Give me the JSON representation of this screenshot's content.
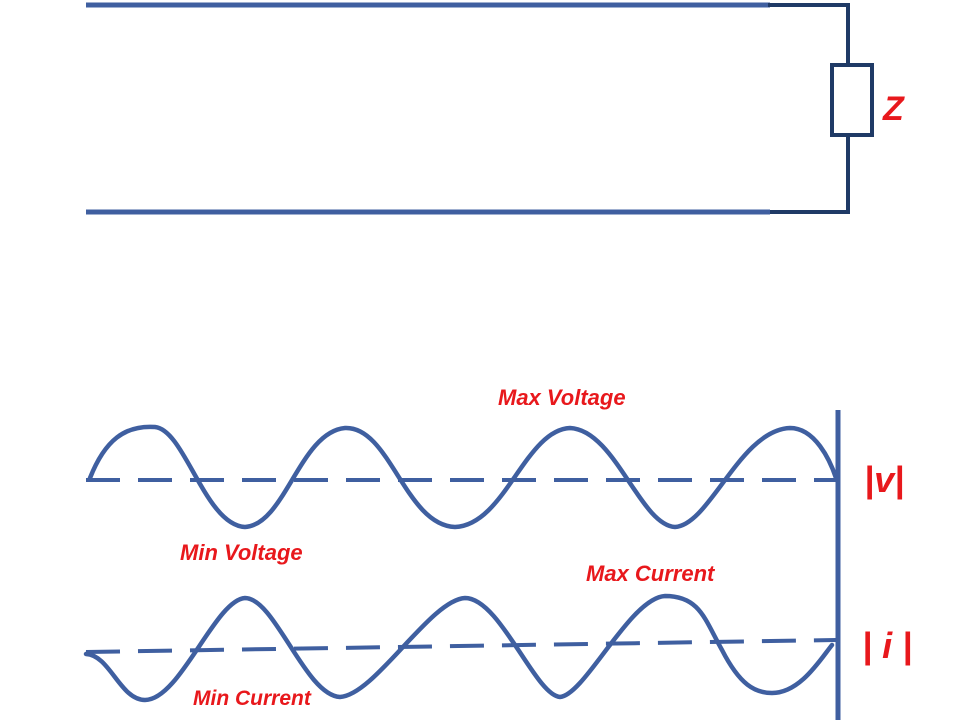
{
  "colors": {
    "line": "#3f5fa0",
    "wire_dark": "#1f3a66",
    "label": "#e8181c"
  },
  "circuit": {
    "load_label": "Z"
  },
  "voltage_plot": {
    "magnitude_label": "|v|",
    "max_label": "Max Voltage",
    "min_label": "Min Voltage"
  },
  "current_plot": {
    "magnitude_label": "| i |",
    "max_label": "Max Current",
    "min_label": "Min Current"
  }
}
